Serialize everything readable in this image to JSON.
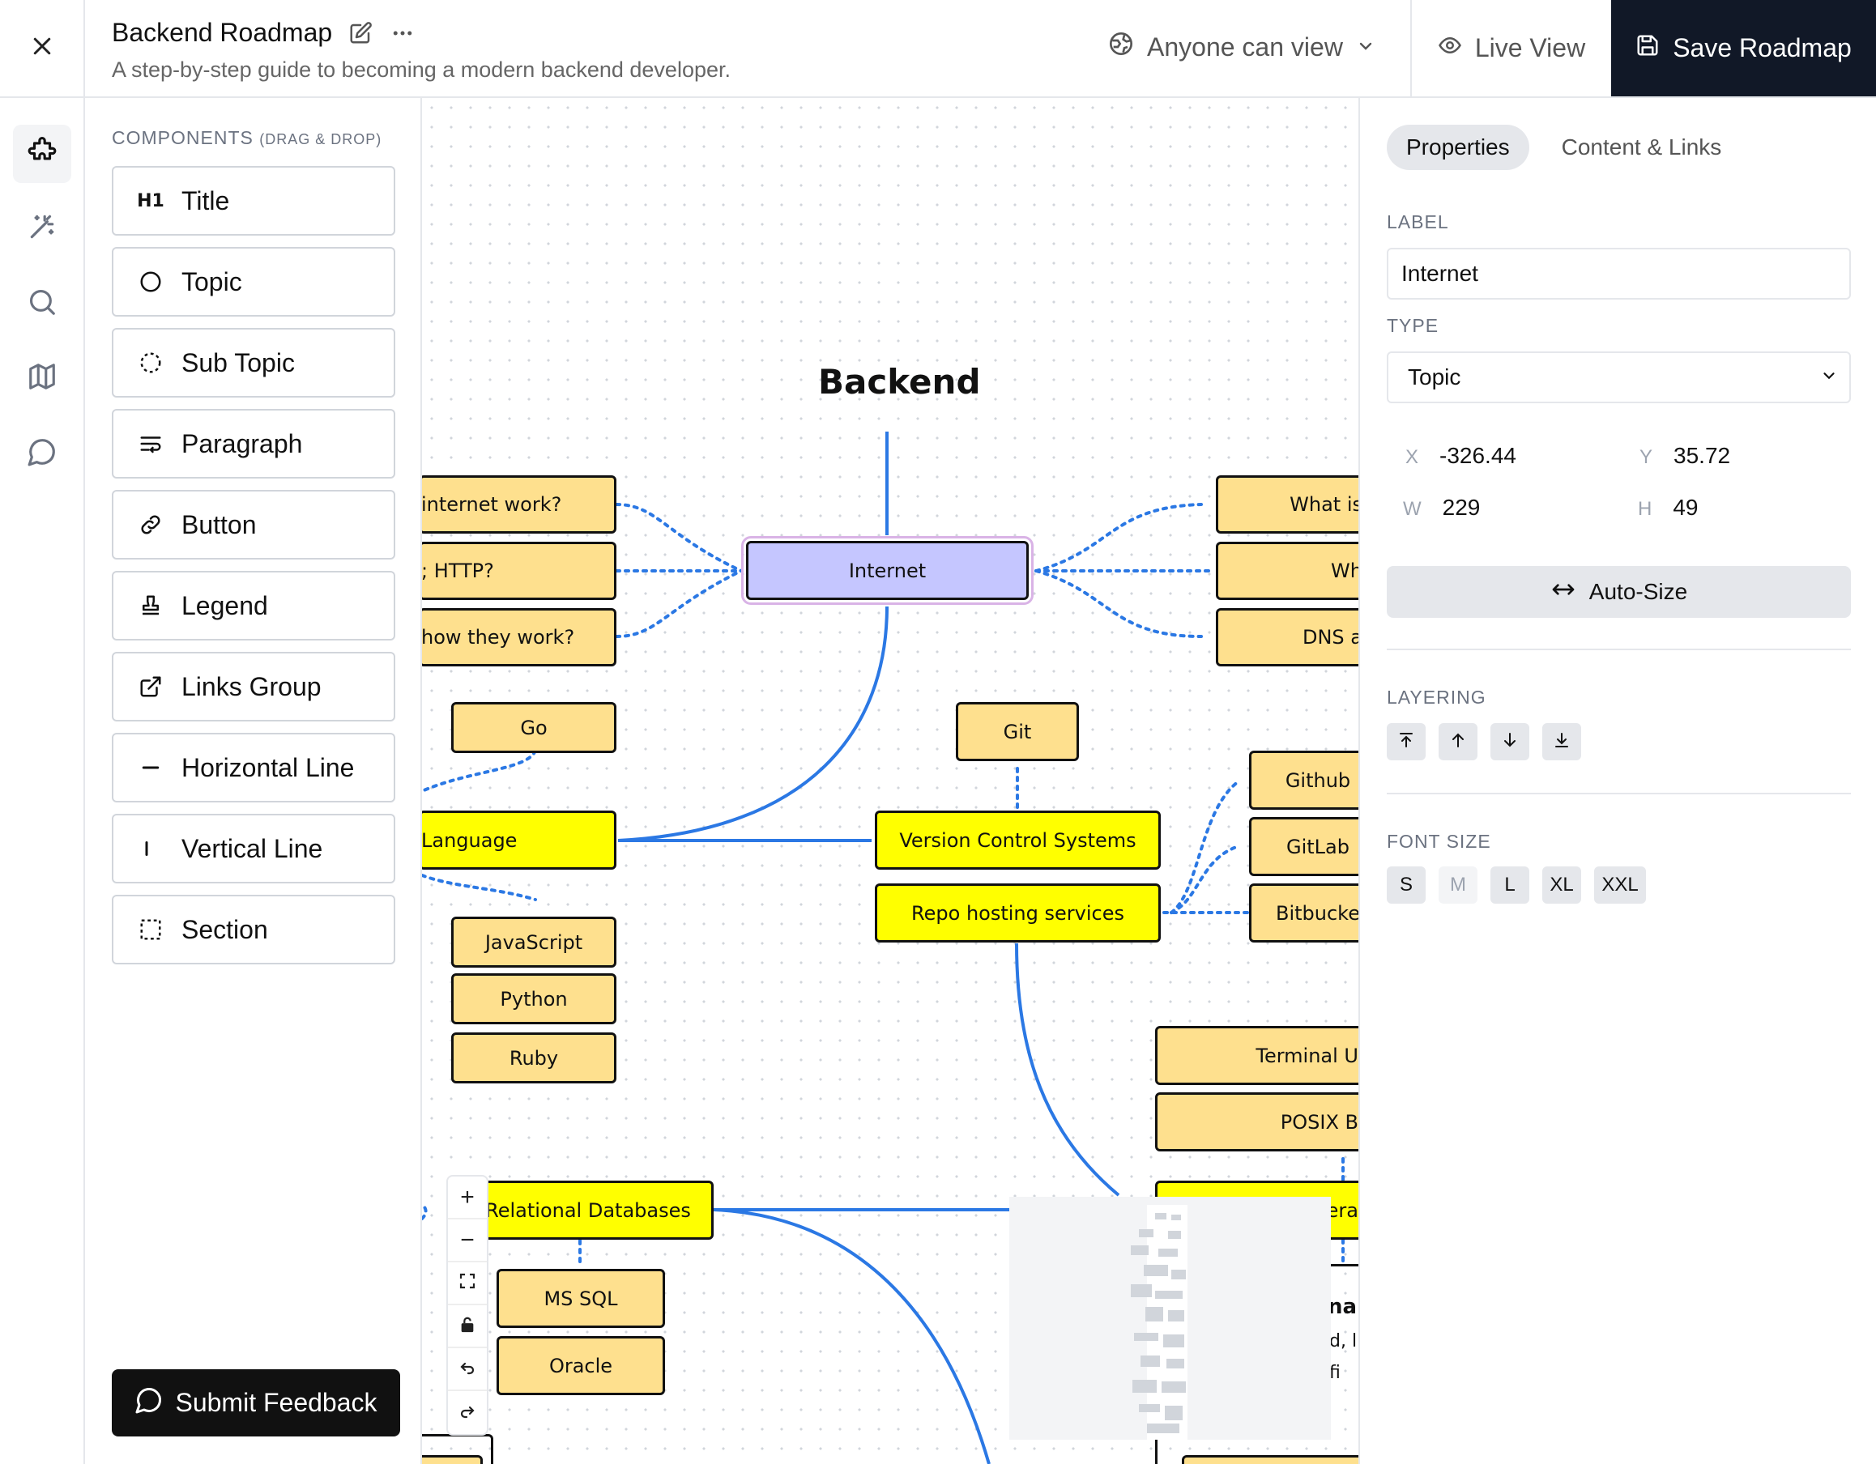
{
  "header": {
    "close_icon": "close-icon",
    "title": "Backend Roadmap",
    "description": "A step-by-step guide to becoming a modern backend developer.",
    "visibility": "Anyone can view",
    "live_view": "Live View",
    "save": "Save Roadmap"
  },
  "rail": [
    "puzzle-icon",
    "magic-wand-icon",
    "search-icon",
    "map-icon",
    "comment-icon"
  ],
  "components": {
    "heading": "COMPONENTS",
    "hint": "(DRAG & DROP)",
    "items": [
      {
        "label": "Title",
        "icon": "h1-icon",
        "glyph": "H1"
      },
      {
        "label": "Topic",
        "icon": "circle-icon"
      },
      {
        "label": "Sub Topic",
        "icon": "dashed-circle-icon"
      },
      {
        "label": "Paragraph",
        "icon": "wrap-text-icon"
      },
      {
        "label": "Button",
        "icon": "link-icon"
      },
      {
        "label": "Legend",
        "icon": "stamp-icon"
      },
      {
        "label": "Links Group",
        "icon": "external-link-icon"
      },
      {
        "label": "Horizontal Line",
        "icon": "minus-icon"
      },
      {
        "label": "Vertical Line",
        "icon": "vertical-bar-icon"
      },
      {
        "label": "Section",
        "icon": "dashed-square-icon"
      }
    ],
    "feedback": "Submit Feedback"
  },
  "canvas": {
    "title": "Backend",
    "nodes": {
      "internet": "Internet",
      "how_internet": "internet work?",
      "http": "; HTTP?",
      "how_work": "how they work?",
      "what_is": "What is",
      "wh": "Wh",
      "dns": "DNS a",
      "go": "Go",
      "language": "Language",
      "javascript": "JavaScript",
      "python": "Python",
      "ruby": "Ruby",
      "git": "Git",
      "vcs": "Version Control Systems",
      "repo": "Repo hosting services",
      "github": "Github",
      "gitlab": "GitLab",
      "bitbucket": "Bitbucke",
      "terminal": "Terminal U",
      "posix": "POSIX B",
      "era": "era",
      "nal": "nal",
      "d_l": "d, l",
      "fi": "fi",
      "relational": "Relational Databases",
      "mssql": "MS SQL",
      "oracle": "Oracle"
    },
    "zoom": [
      "+",
      "−",
      "fit-screen-icon",
      "lock-icon",
      "undo-icon",
      "redo-icon"
    ]
  },
  "properties": {
    "tabs": [
      "Properties",
      "Content & Links"
    ],
    "label_heading": "LABEL",
    "label_value": "Internet",
    "type_heading": "TYPE",
    "type_value": "Topic",
    "x_key": "X",
    "x": "-326.44",
    "y_key": "Y",
    "y": "35.72",
    "w_key": "W",
    "w": "229",
    "h_key": "H",
    "h": "49",
    "autosize": "Auto-Size",
    "layering_heading": "LAYERING",
    "layering": [
      "bring-to-front-icon",
      "bring-forward-icon",
      "send-backward-icon",
      "send-to-back-icon"
    ],
    "fontsize_heading": "FONT SIZE",
    "fontsizes": [
      "S",
      "M",
      "L",
      "XL",
      "XXL"
    ]
  },
  "colors": {
    "topic": "#ffff00",
    "subtopic": "#fee08e",
    "selected": "#c5c6ff",
    "connector": "#2b78e4",
    "save_bg": "#111827"
  }
}
